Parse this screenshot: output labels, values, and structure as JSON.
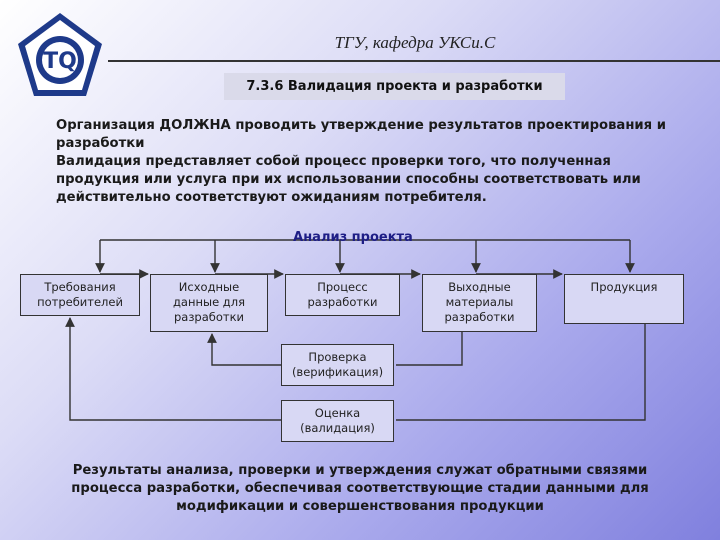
{
  "header": {
    "title": "ТГУ, кафедра УКСи.С",
    "logo_letters": "TQ"
  },
  "section": {
    "title": "7.3.6 Валидация проекта и разработки"
  },
  "intro": {
    "line1": "Организация ДОЛЖНА проводить утверждение результатов проектирования и разработки",
    "line2": "Валидация представляет собой процесс проверки того, что полученная продукция или услуга при их использовании способны соответствовать или действительно соответствуют ожиданиям потребителя."
  },
  "diagram": {
    "analysis_label": "Анализ проекта",
    "boxes": [
      {
        "lines": [
          "Требования",
          "потребителей"
        ]
      },
      {
        "lines": [
          "Исходные",
          "данные для",
          "разработки"
        ]
      },
      {
        "lines": [
          "Процесс",
          "разработки"
        ]
      },
      {
        "lines": [
          "Выходные",
          "материалы",
          "разработки"
        ]
      },
      {
        "lines": [
          "Продукция"
        ]
      },
      {
        "lines": [
          "Проверка",
          "(верификация)"
        ]
      },
      {
        "lines": [
          "Оценка",
          "(валидация)"
        ]
      }
    ]
  },
  "outro": {
    "text": "Результаты анализа, проверки и утверждения служат обратными связями процесса разработки, обеспечивая соответствующие стадии данными для модификации и совершенствования продукции"
  },
  "colors": {
    "box_fill": "#d8d8f4",
    "accent_text": "#1e1e86",
    "logo_blue": "#1e3a8a"
  }
}
